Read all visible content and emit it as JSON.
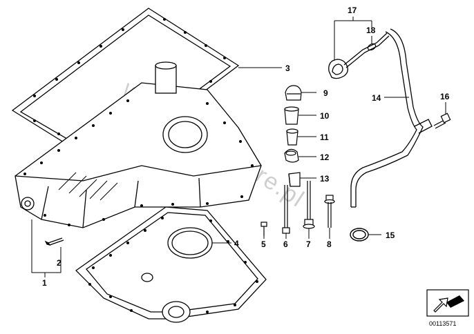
{
  "diagram": {
    "callouts": {
      "c1": "1",
      "c2": "2",
      "c3": "3",
      "c4": "4",
      "c5": "5",
      "c6": "6",
      "c7": "7",
      "c8": "8",
      "c9": "9",
      "c10": "10",
      "c11": "11",
      "c12": "12",
      "c13": "13",
      "c14": "14",
      "c15": "15",
      "c16": "16",
      "c17": "17",
      "c18": "18"
    },
    "watermark": "www.BMWstore.pl",
    "reference_number": "00113571",
    "icons": {
      "corner_badge": "arrow-icon"
    }
  }
}
